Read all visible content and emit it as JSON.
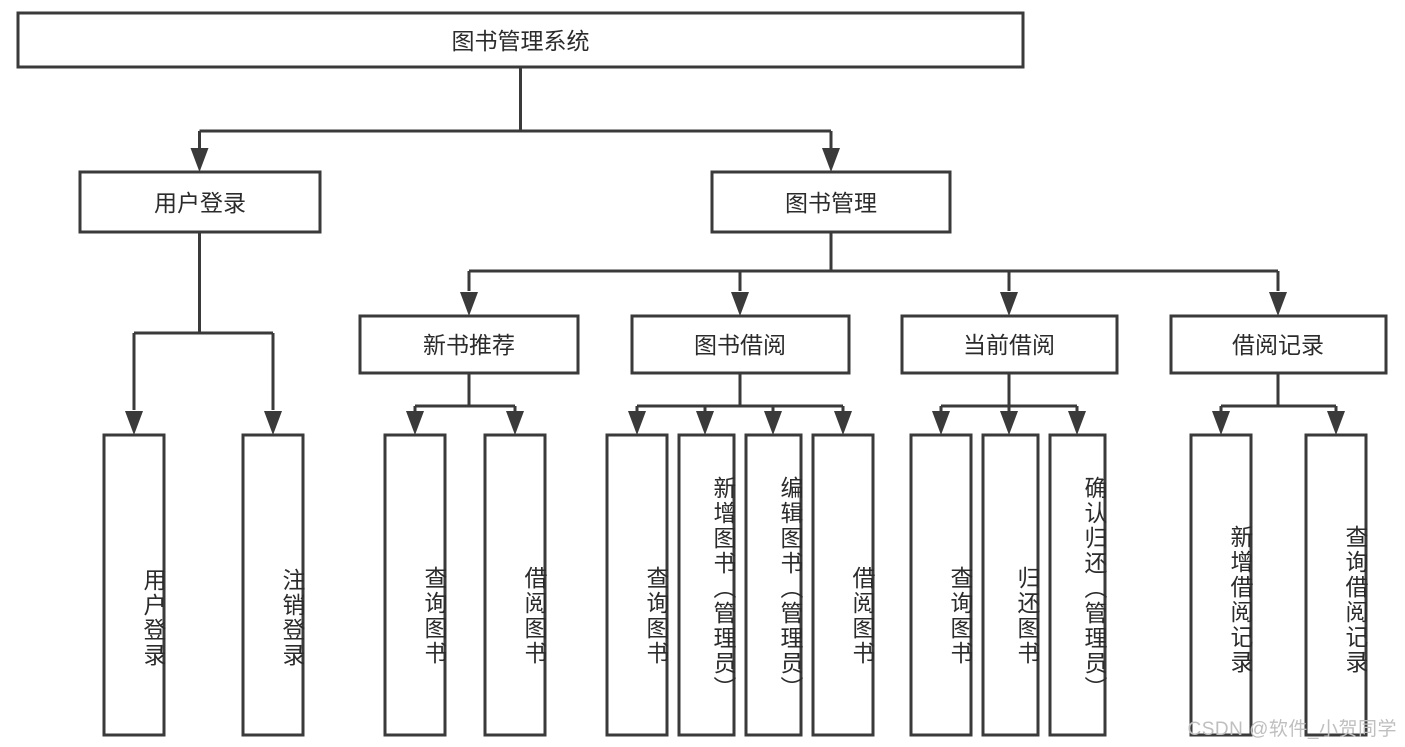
{
  "diagram": {
    "kind": "hierarchy-tree",
    "colors": {
      "stroke": "#3a3a3a",
      "box_fill": "#ffffff",
      "text": "#2b2b2b",
      "background": "#ffffff",
      "watermark": "#bfbfbf"
    },
    "root": {
      "label": "图书管理系统",
      "orientation": "horizontal"
    },
    "level2": [
      {
        "label": "用户登录",
        "orientation": "horizontal"
      },
      {
        "label": "图书管理",
        "orientation": "horizontal"
      }
    ],
    "level3": [
      {
        "label": "新书推荐",
        "orientation": "horizontal"
      },
      {
        "label": "图书借阅",
        "orientation": "horizontal"
      },
      {
        "label": "当前借阅",
        "orientation": "horizontal"
      },
      {
        "label": "借阅记录",
        "orientation": "horizontal"
      }
    ],
    "leaves": {
      "user_login": [
        {
          "label": "用户登录",
          "orientation": "vertical"
        },
        {
          "label": "注销登录",
          "orientation": "vertical"
        }
      ],
      "new_book_recommend": [
        {
          "label": "查询图书",
          "orientation": "vertical"
        },
        {
          "label": "借阅图书",
          "orientation": "vertical"
        }
      ],
      "book_borrow": [
        {
          "label": "查询图书",
          "orientation": "vertical"
        },
        {
          "label": "新增图书（管理员）",
          "orientation": "vertical"
        },
        {
          "label": "编辑图书（管理员）",
          "orientation": "vertical"
        },
        {
          "label": "借阅图书",
          "orientation": "vertical"
        }
      ],
      "current_borrow": [
        {
          "label": "查询图书",
          "orientation": "vertical"
        },
        {
          "label": "归还图书",
          "orientation": "vertical"
        },
        {
          "label": "确认归还（管理员）",
          "orientation": "vertical"
        }
      ],
      "borrow_record": [
        {
          "label": "新增借阅记录",
          "orientation": "vertical"
        },
        {
          "label": "查询借阅记录",
          "orientation": "vertical"
        }
      ]
    }
  },
  "watermark": {
    "text": "CSDN @软件_小贺同学"
  }
}
